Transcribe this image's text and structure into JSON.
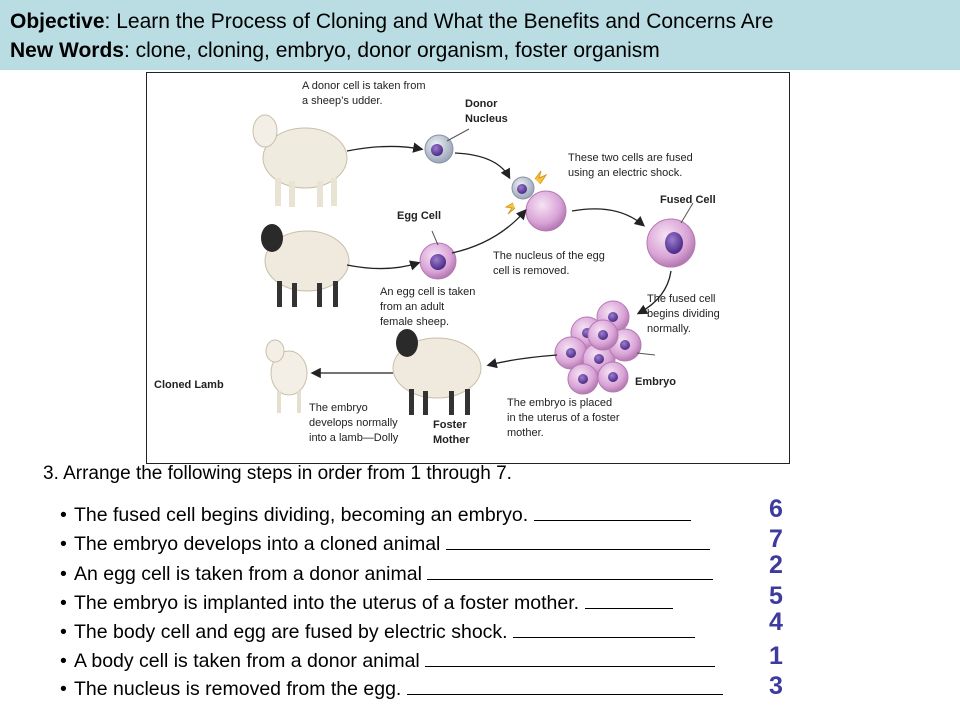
{
  "header": {
    "objective_label": "Objective",
    "objective_text": ": Learn the Process of Cloning and What the Benefits and Concerns Are",
    "newwords_label": "New Words",
    "newwords_text": ": clone, cloning, embryo, donor organism, foster organism"
  },
  "figure": {
    "labels": {
      "donor_cell": "A donor cell is taken from\na sheep’s udder.",
      "donor_nucleus": "Donor\nNucleus",
      "fused_shock": "These two cells are fused\nusing an electric shock.",
      "fused_cell": "Fused Cell",
      "egg_cell": "Egg Cell",
      "nucleus_removed": "The nucleus of the egg\ncell is removed.",
      "egg_taken": "An egg cell is taken\nfrom an adult\nfemale sheep.",
      "dividing": "The fused cell\nbegins dividing\nnormally.",
      "embryo": "Embryo",
      "cloned_lamb": "Cloned Lamb",
      "develops": "The embryo\ndevelops normally\ninto a lamb—Dolly",
      "foster_mother": "Foster\nMother",
      "embryo_placed": "The embryo is placed\nin the uterus of a foster\nmother."
    },
    "colors": {
      "cell_pink": "#d9a3d6",
      "nucleus_purple": "#6a3fa0",
      "donor_cell_gray": "#b9c1cf"
    }
  },
  "question": "3. Arrange the following steps in order from 1 through 7.",
  "steps": [
    {
      "text": "The fused cell begins dividing, becoming an embryo. ",
      "answer": "6"
    },
    {
      "text": "The embryo develops into a cloned animal ",
      "answer": "7"
    },
    {
      "text": "An egg cell is taken from a donor animal ",
      "answer": "2"
    },
    {
      "text": "The embryo is implanted into the uterus of a foster mother. ",
      "answer": "5"
    },
    {
      "text": "The body cell and egg are fused by electric shock. ",
      "answer": "4"
    },
    {
      "text": "A body cell is taken from a donor animal ",
      "answer": "1"
    },
    {
      "text": "The nucleus is removed from the egg. ",
      "answer": "3"
    }
  ],
  "styles": {
    "answer_color": "#3d3b9e",
    "header_bg": "#b9dde3"
  }
}
